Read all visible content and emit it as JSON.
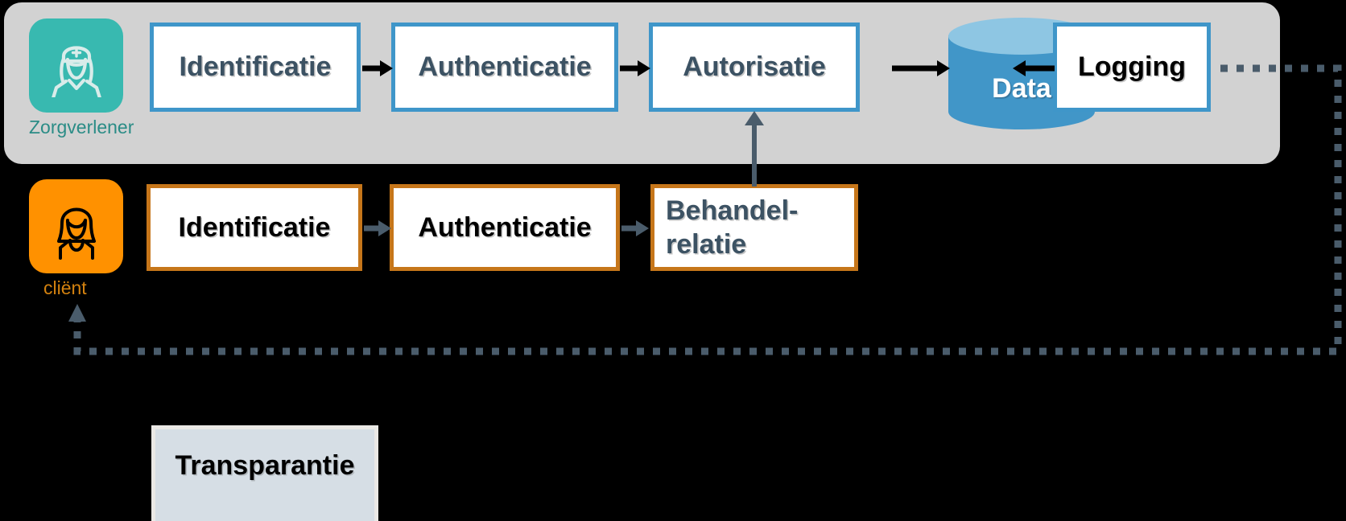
{
  "diagram": {
    "title_visible": false,
    "background_color": "#000000"
  },
  "provider_panel": {
    "panel_color": "#d2d2d2",
    "actor": {
      "icon": "nurse-icon",
      "tile_color": "#38b9b0",
      "label": "Zorgverlener",
      "label_color": "#2a8c86"
    },
    "border_color": "#3f96c9",
    "steps": [
      {
        "label": "Identificatie"
      },
      {
        "label": "Authenticatie"
      },
      {
        "label": "Autorisatie"
      }
    ],
    "datastore": {
      "label": "Data",
      "body_color": "#4196c8",
      "top_color": "#8ec6e3"
    },
    "logging": {
      "label": "Logging"
    },
    "arrow_color": "#000000"
  },
  "client_row": {
    "actor": {
      "icon": "client-person-icon",
      "tile_color": "#ff9100",
      "label": "cliënt",
      "label_color": "#d4820f"
    },
    "border_color": "#c6761a",
    "arrow_color": "#4a5c6b",
    "steps": [
      {
        "label": "Identificatie"
      },
      {
        "label": "Authenticatie"
      },
      {
        "label_line1": "Behandel-",
        "label_line2": "relatie"
      }
    ]
  },
  "transparency": {
    "label": "Transparantie",
    "fill_color": "#d6dee5",
    "border_color": "#ebe9e6"
  },
  "connectors": {
    "behandelrelatie_to_autorisatie": {
      "direction": "up",
      "color": "#4a5c6b"
    },
    "feedback_dotted": {
      "from": "Logging",
      "to": "cliënt",
      "style": "dotted",
      "color": "#4a5c6b"
    }
  }
}
